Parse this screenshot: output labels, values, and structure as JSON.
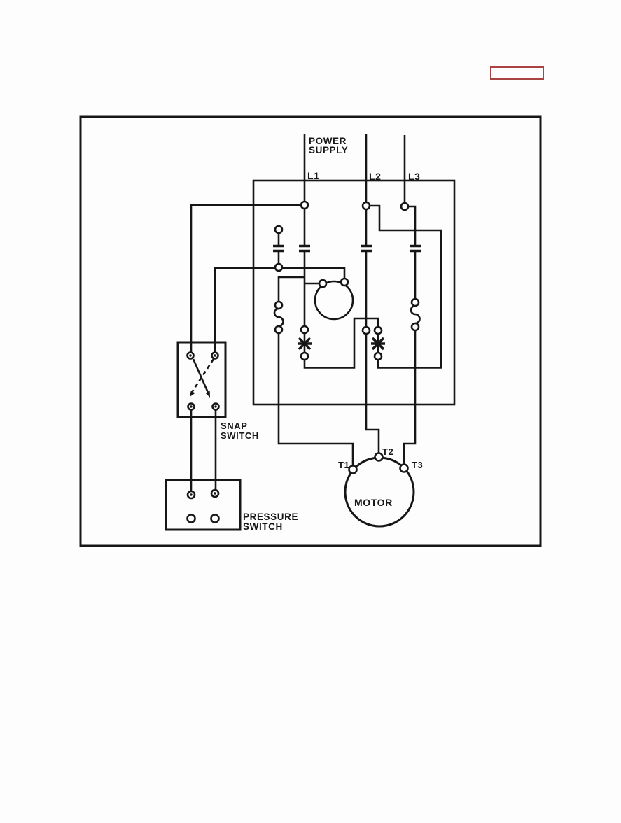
{
  "diagram": {
    "colors": {
      "line": "#161616",
      "paper": "#fdfdfd",
      "highlight_box": "#a94442"
    },
    "labels": {
      "power_supply_line1": "POWER",
      "power_supply_line2": "SUPPLY",
      "l1": "L1",
      "l2": "L2",
      "l3": "L3",
      "t1": "T1",
      "t2": "T2",
      "t3": "T3",
      "motor": "MOTOR",
      "snap_switch_line1": "SNAP",
      "snap_switch_line2": "SWITCH",
      "pressure_switch_line1": "PRESSURE",
      "pressure_switch_line2": "SWITCH"
    }
  }
}
